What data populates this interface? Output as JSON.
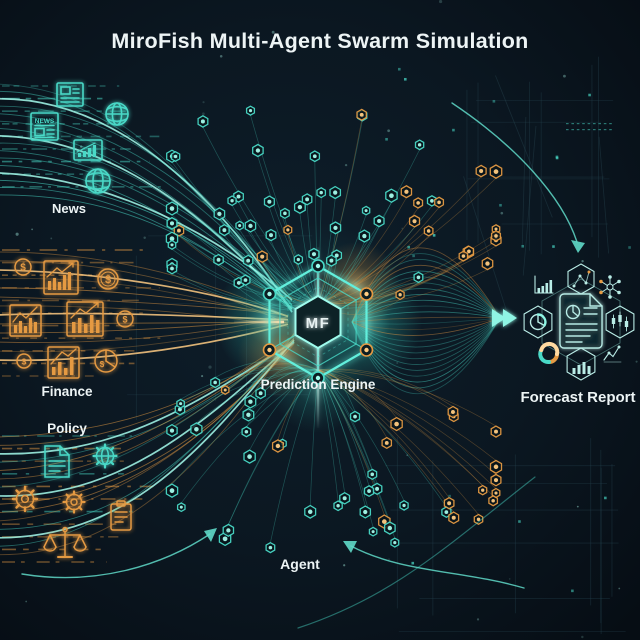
{
  "title": "MiroFish Multi-Agent Swarm Simulation",
  "sources": {
    "news": {
      "label": "News",
      "news_tag": "NEWS",
      "icons": [
        "newspaper-icon",
        "globe-icon",
        "news-frontpage-icon",
        "bar-chart-icon",
        "globe-icon"
      ]
    },
    "finance": {
      "label": "Finance",
      "icons": [
        "dollar-coin-icon",
        "growth-chart-icon",
        "dollar-coin-icon",
        "bar-chart-icon",
        "growth-chart-icon",
        "dollar-coin-icon",
        "dollar-coin-icon",
        "growth-chart-icon",
        "pie-dollar-icon"
      ]
    },
    "policy": {
      "label": "Policy",
      "icons": [
        "document-icon",
        "gear-globe-icon",
        "gear-icon",
        "gear-icon",
        "clipboard-icon",
        "scales-icon"
      ]
    }
  },
  "engine": {
    "label": "Prediction Engine",
    "logo": "MF"
  },
  "report": {
    "label": "Forecast Report",
    "icons": [
      "bar-chart-icon",
      "scatter-plot-icon",
      "network-icon",
      "pie-chart-icon",
      "candlestick-icon",
      "donut-chart-icon",
      "bar-chart-icon",
      "line-chart-icon",
      "report-document-icon"
    ]
  },
  "agent": {
    "label": "Agent"
  },
  "colors": {
    "background": "#0a141d",
    "teal": "#49d9c7",
    "teal_bright": "#a5fbec",
    "teal_dim": "#1d6a66",
    "orange": "#e59a43",
    "orange_bright": "#ffcb82",
    "text": "#edf4f5"
  }
}
